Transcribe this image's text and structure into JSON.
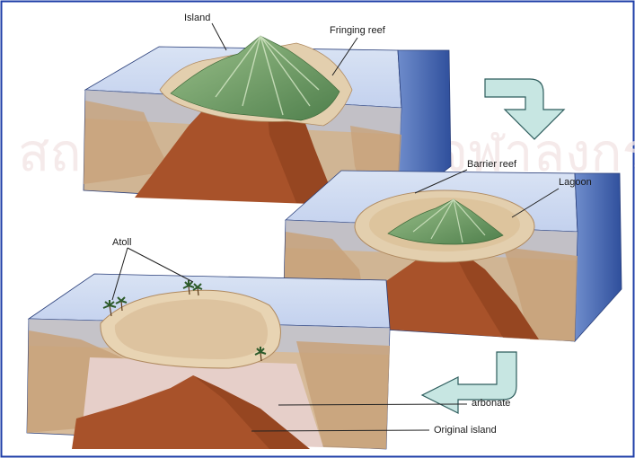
{
  "labels": {
    "island": "Island",
    "fringing_reef": "Fringing reef",
    "barrier_reef": "Barrier reef",
    "lagoon": "Lagoon",
    "atoll": "Atoll",
    "carbonate": "arbonate",
    "original_island": "Original island"
  },
  "watermark": "สถาบันวิทยบริการ จุฬาลงกรณ์มหาวิทยาลัย",
  "colors": {
    "frame": "#1f3fa8",
    "water_top": "#c9d6ef",
    "water_side": "#aebfe3",
    "water_dark": "#3e5ea8",
    "rock": "#a8522a",
    "rock_dark": "#8a3f1c",
    "sediment": "#d2b493",
    "reef": "#e3cfae",
    "vegetation": "#6f9a62",
    "vegetation_light": "#b7d1a6",
    "arrow_fill": "#c7e6e2",
    "arrow_stroke": "#2d5c5c"
  }
}
